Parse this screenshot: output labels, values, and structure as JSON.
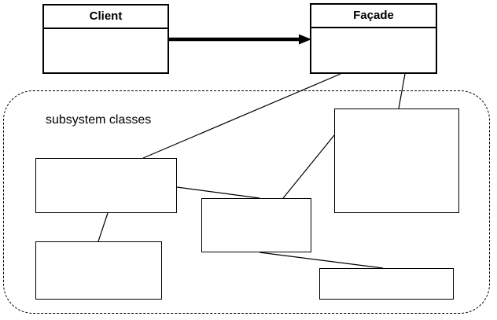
{
  "diagram": {
    "client_label": "Client",
    "facade_label": "Façade",
    "subsystem_label": "subsystem classes",
    "colors": {
      "stroke": "#000000",
      "box_fill": "#ffffff",
      "background": "#ffffff"
    }
  }
}
